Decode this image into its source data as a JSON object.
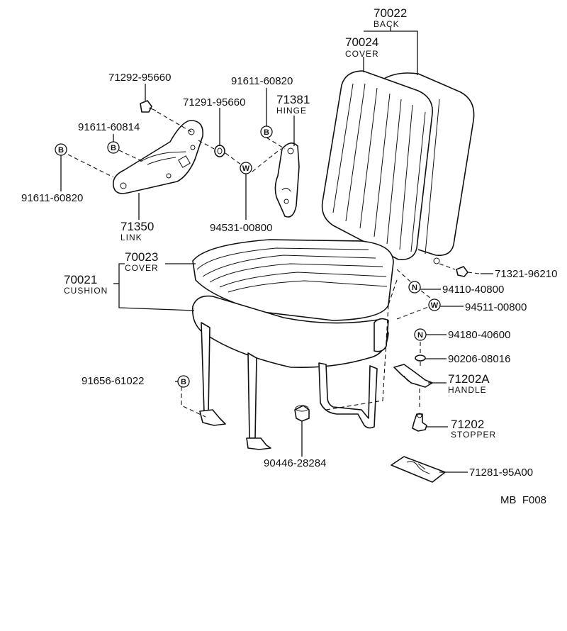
{
  "assembly": {
    "back_number": "70022",
    "back_name": "BACK",
    "back_cover_number": "70024",
    "back_cover_name": "COVER",
    "cushion_number": "70021",
    "cushion_name": "CUSHION",
    "cushion_cover_number": "70023",
    "cushion_cover_name": "COVER"
  },
  "parts": {
    "link_number": "71350",
    "link_name": "LINK",
    "hinge_number": "71381",
    "hinge_name": "HINGE",
    "handle_number": "71202A",
    "handle_name": "HANDLE",
    "stopper_number": "71202",
    "stopper_name": "STOPPER"
  },
  "fasteners": {
    "bolt_link": "71292-95660",
    "bushing": "71291-95660",
    "bolt_b_upper": "91611-60814",
    "bolt_b_left": "91611-60820",
    "bolt_b_hinge": "91611-60820",
    "washer_link": "94531-00800",
    "bolt_back": "71321-96210",
    "nut_upper": "94110-40800",
    "washer_right": "94511-00800",
    "nut_lower": "94180-40600",
    "washer_handle": "90206-08016",
    "bolt_frame": "91656-61022",
    "cap": "90446-28284",
    "plate": "71281-95A00"
  },
  "symbols": {
    "bolt_letter": "B",
    "washer_letter": "W",
    "nut_letter": "N"
  },
  "footer": {
    "code": "MB  F008"
  }
}
